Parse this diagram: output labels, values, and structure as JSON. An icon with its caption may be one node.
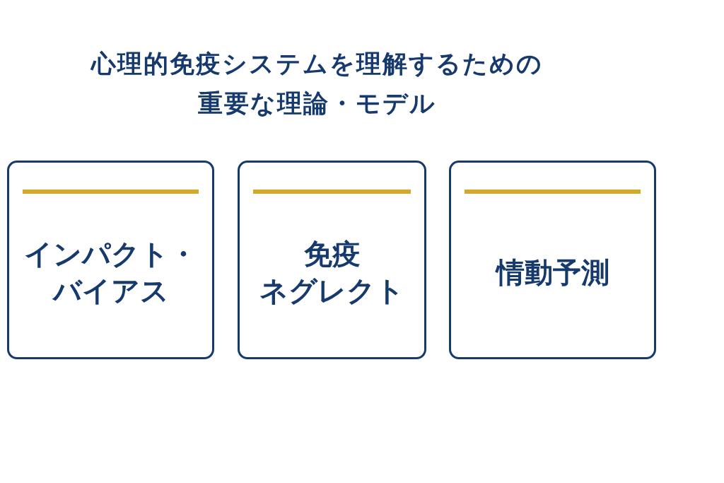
{
  "diagram": {
    "title": "心理的免疫システムを理解するための重要な理論・モデル",
    "nodes": [
      {
        "text": [
          "インパクト・バイアス"
        ]
      },
      {
        "text": [
          "免疫ネグレクト"
        ]
      },
      {
        "text": [
          "情動予測"
        ]
      }
    ]
  }
}
